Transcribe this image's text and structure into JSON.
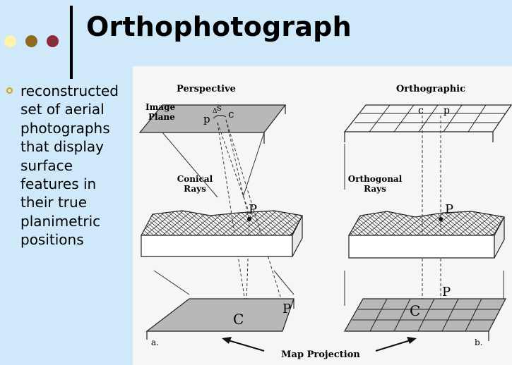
{
  "slide": {
    "title": "Orthophotograph",
    "bullet_text": "reconstructed set of aerial photographs that display surface features in their true planimetric positions"
  },
  "diagram": {
    "left_heading": "Perspective",
    "right_heading": "Orthographic",
    "image_plane_label_1": "Image",
    "image_plane_label_2": "Plane",
    "conical_label_1": "Conical",
    "conical_label_2": "Rays",
    "orthogonal_label_1": "Orthogonal",
    "orthogonal_label_2": "Rays",
    "point_p_small": "p",
    "point_s": "s",
    "point_delta": "Δ",
    "point_c_small": "c",
    "point_P": "P",
    "point_C": "C",
    "panel_a": "a.",
    "panel_b": "b.",
    "map_projection": "Map Projection"
  },
  "colors": {
    "background": "#cfe9fa",
    "dot_yellow": "#fff3a8",
    "dot_brown": "#8e6a1f",
    "dot_maroon": "#8c2a3c",
    "bullet": "#d9a400"
  }
}
